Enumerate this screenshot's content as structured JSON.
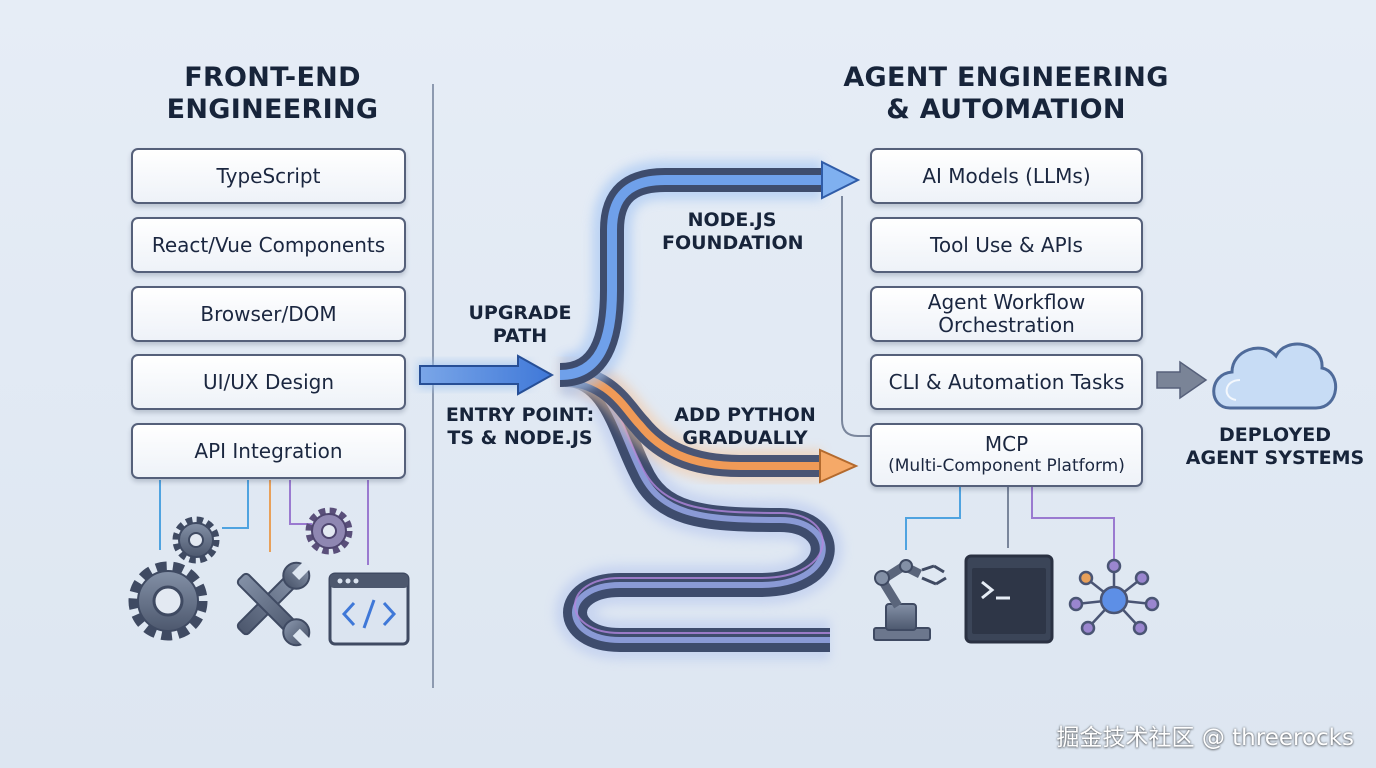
{
  "front_end": {
    "title_line1": "FRONT-END",
    "title_line2": "ENGINEERING",
    "items": [
      "TypeScript",
      "React/Vue Components",
      "Browser/DOM",
      "UI/UX Design",
      "API Integration"
    ]
  },
  "agent": {
    "title_line1": "AGENT ENGINEERING",
    "title_line2": "& AUTOMATION",
    "items": [
      "AI Models (LLMs)",
      "Tool Use & APIs",
      "Agent Workflow",
      "Orchestration",
      "CLI & Automation Tasks",
      "MCP",
      "(Multi-Component Platform)"
    ]
  },
  "path_labels": {
    "upgrade_line1": "UPGRADE",
    "upgrade_line2": "PATH",
    "entry_line1": "ENTRY POINT:",
    "entry_line2": "TS & NODE.JS",
    "node_line1": "NODE.JS",
    "node_line2": "FOUNDATION",
    "python_line1": "ADD PYTHON",
    "python_line2": "GRADUALLY"
  },
  "deployed": {
    "line1": "DEPLOYED",
    "line2": "AGENT SYSTEMS"
  },
  "icons": {
    "front_end": [
      "gear-icon",
      "wrench-screwdriver-icon",
      "code-window-icon"
    ],
    "agent": [
      "robot-arm-icon",
      "terminal-icon",
      "network-node-icon"
    ],
    "deployed": "cloud-icon"
  },
  "colors": {
    "blue_path": "#3f78d8",
    "orange_path": "#f09a57",
    "purple_path": "#9a7ad0",
    "box_border": "#55607a",
    "text": "#17243a"
  },
  "watermark": "掘金技术社区 @ threerocks"
}
